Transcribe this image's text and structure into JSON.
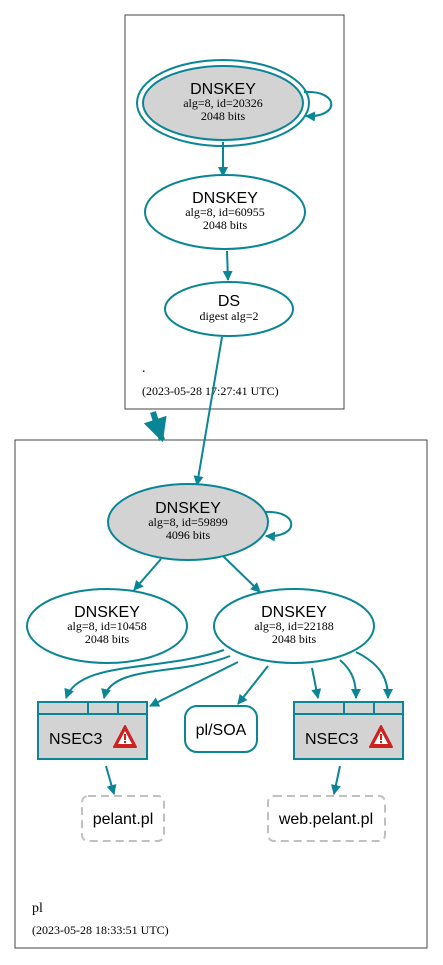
{
  "colors": {
    "edge": "#0a8595",
    "node_fill_ksk": "#d3d3d3",
    "node_fill": "#ffffff",
    "dashed": "#c0c0c0",
    "warning_red": "#cc2222"
  },
  "zones": {
    "root": {
      "label": ".",
      "timestamp": "(2023-05-28 17:27:41 UTC)"
    },
    "pl": {
      "label": "pl",
      "timestamp": "(2023-05-28 18:33:51 UTC)"
    }
  },
  "nodes": {
    "root_ksk": {
      "title": "DNSKEY",
      "line1": "alg=8, id=20326",
      "line2": "2048 bits"
    },
    "root_zsk": {
      "title": "DNSKEY",
      "line1": "alg=8, id=60955",
      "line2": "2048 bits"
    },
    "root_ds": {
      "title": "DS",
      "line1": "digest alg=2"
    },
    "pl_ksk": {
      "title": "DNSKEY",
      "line1": "alg=8, id=59899",
      "line2": "4096 bits"
    },
    "pl_zsk1": {
      "title": "DNSKEY",
      "line1": "alg=8, id=10458",
      "line2": "2048 bits"
    },
    "pl_zsk2": {
      "title": "DNSKEY",
      "line1": "alg=8, id=22188",
      "line2": "2048 bits"
    },
    "nsec3_left": {
      "title": "NSEC3",
      "icon": "warning-icon"
    },
    "nsec3_right": {
      "title": "NSEC3",
      "icon": "warning-icon"
    },
    "pl_soa": {
      "title": "pl/SOA"
    },
    "pelant": {
      "title": "pelant.pl"
    },
    "web_pelant": {
      "title": "web.pelant.pl"
    }
  }
}
